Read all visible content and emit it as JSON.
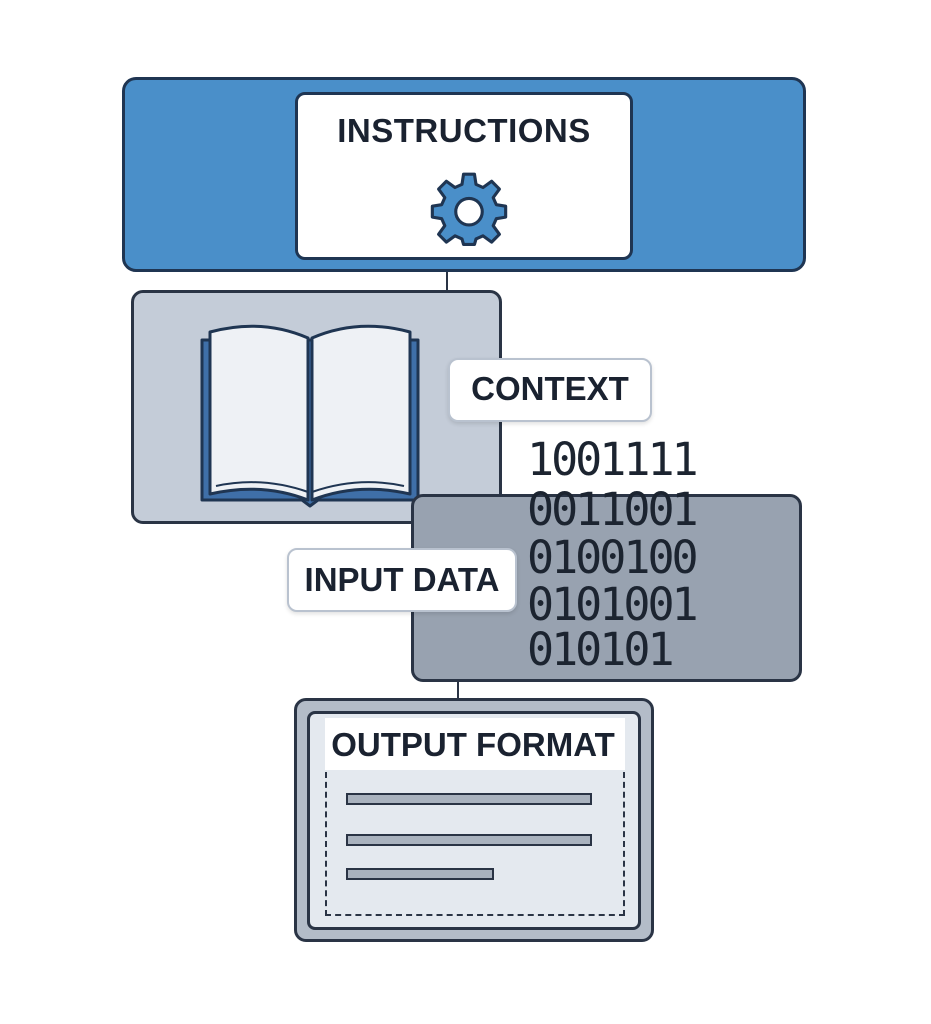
{
  "blocks": {
    "instructions": {
      "label": "INSTRUCTIONS",
      "icon": "gear-icon"
    },
    "context": {
      "label": "CONTEXT",
      "icon": "book-icon"
    },
    "input_data": {
      "label": "INPUT DATA",
      "binary_lines": [
        "1001111",
        "0011001",
        "0100100",
        "0101001",
        "010101"
      ]
    },
    "output_format": {
      "label": "OUTPUT FORMAT"
    }
  },
  "colors": {
    "accent_blue": "#4a8fc9",
    "outline": "#1f3552",
    "context_fill": "#c4ccd8",
    "input_fill": "#98a2b0",
    "output_fill": "#b3bcc8"
  }
}
